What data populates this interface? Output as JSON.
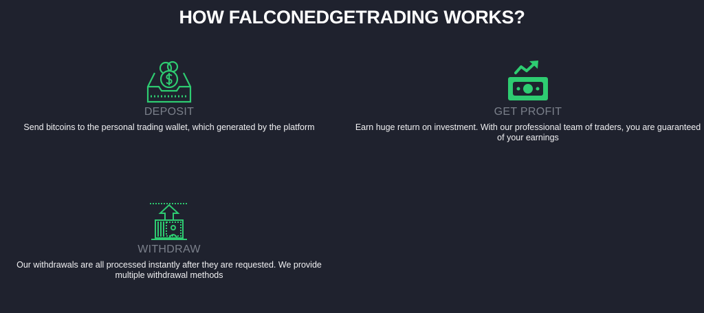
{
  "section": {
    "title": "HOW FALCONEDGETRADING WORKS?",
    "accent_color": "#2ecc71"
  },
  "steps": [
    {
      "icon": "deposit-tray-coins-icon",
      "heading": "DEPOSIT",
      "description": "Send bitcoins to the personal trading wallet, which generated by the platform"
    },
    {
      "icon": "profit-cash-trend-icon",
      "heading": "GET PROFIT",
      "description": "Earn huge return on investment. With our professional team of traders, you are guaranteed of your earnings"
    },
    {
      "icon": "withdraw-cash-arrow-icon",
      "heading": "WITHDRAW",
      "description": "Our withdrawals are all processed instantly after they are requested. We provide multiple withdrawal methods"
    }
  ]
}
